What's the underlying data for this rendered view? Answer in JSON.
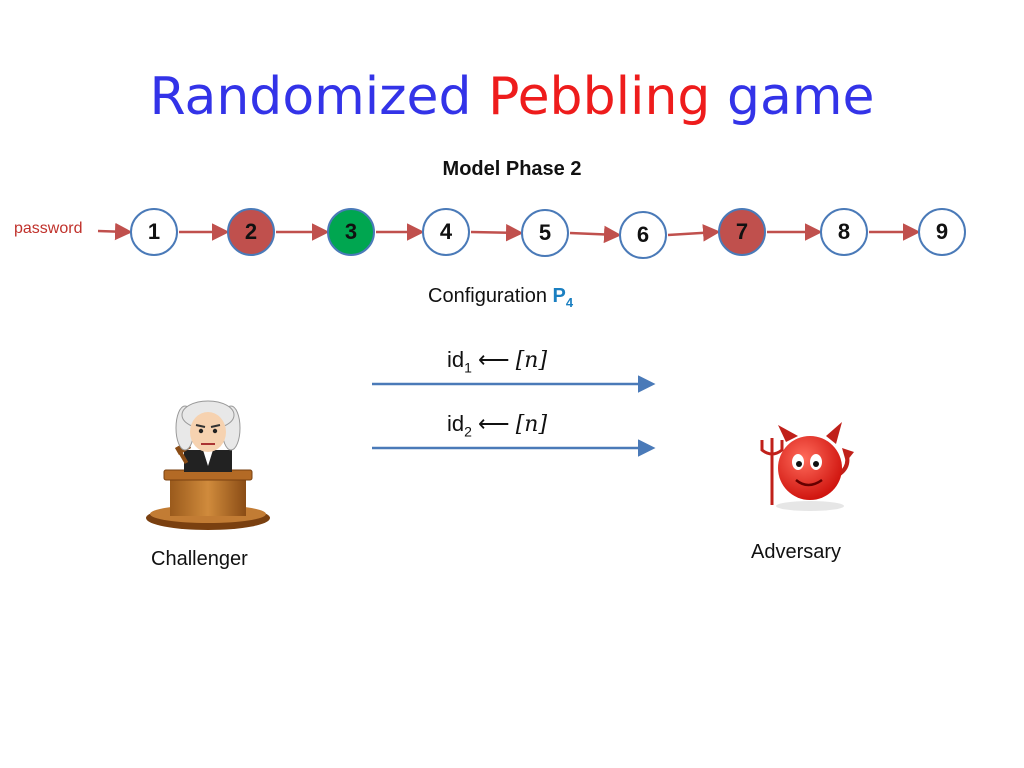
{
  "title": {
    "part1": "Randomized ",
    "part2": "Pebbling",
    "part3": " game"
  },
  "subtitle": "Model Phase 2",
  "chain": {
    "input_label": "password",
    "nodes": [
      {
        "label": "1",
        "state": "empty"
      },
      {
        "label": "2",
        "state": "pebbled-red"
      },
      {
        "label": "3",
        "state": "pebbled-green"
      },
      {
        "label": "4",
        "state": "empty"
      },
      {
        "label": "5",
        "state": "empty"
      },
      {
        "label": "6",
        "state": "empty"
      },
      {
        "label": "7",
        "state": "pebbled-red"
      },
      {
        "label": "8",
        "state": "empty"
      },
      {
        "label": "9",
        "state": "empty"
      }
    ]
  },
  "configuration": {
    "text": "Configuration ",
    "symbol": "P",
    "subscript": "4"
  },
  "messages": [
    {
      "prefix": "id",
      "subscript": "1",
      "arrow": "⟵",
      "set": "[n]",
      "direction": "challenger-to-adversary"
    },
    {
      "prefix": "id",
      "subscript": "2",
      "arrow": "⟵",
      "set": "[n]",
      "direction": "challenger-to-adversary"
    }
  ],
  "parties": {
    "left": "Challenger",
    "right": "Adversary"
  },
  "colors": {
    "title_blue": "#3333e8",
    "title_red": "#ee1c1c",
    "node_border": "#4a7ab8",
    "node_red": "#c0504d",
    "node_green": "#00a650",
    "edge": "#c0504d",
    "message_arrow": "#4a7ab8"
  },
  "icons": {
    "challenger": "judge-icon",
    "adversary": "devil-icon"
  }
}
